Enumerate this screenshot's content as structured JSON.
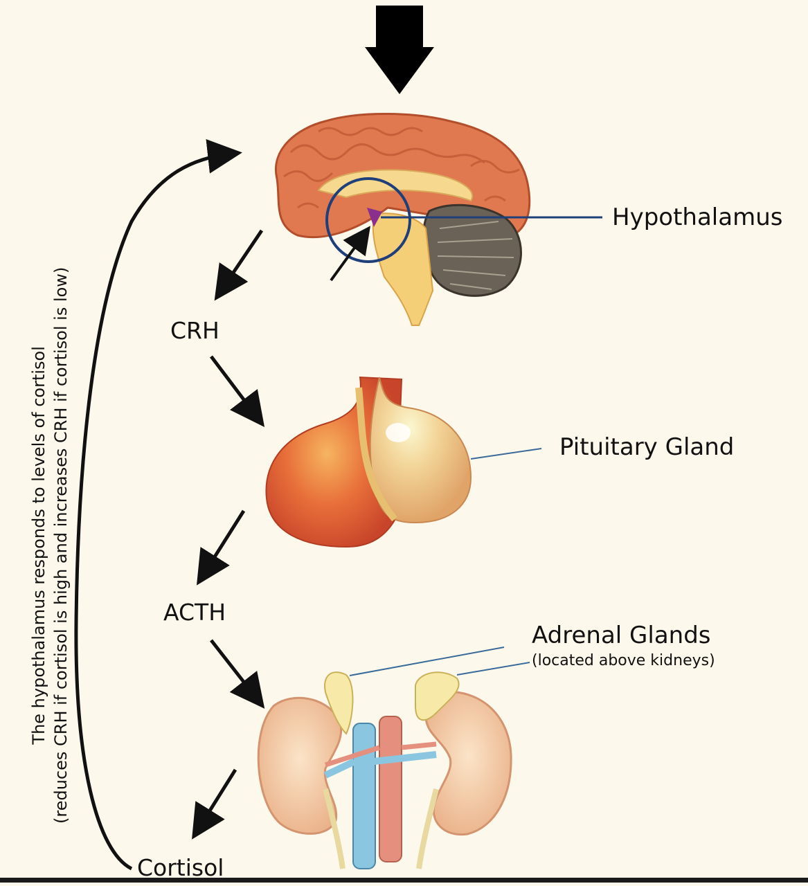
{
  "labels": {
    "hypothalamus": "Hypothalamus",
    "pituitary": "Pituitary Gland",
    "adrenal_title": "Adrenal Glands",
    "adrenal_note": "(located above kidneys)",
    "crh": "CRH",
    "acth": "ACTH",
    "cortisol": "Cortisol"
  },
  "feedback": {
    "line1": "The hypothalamus responds to levels of cortisol",
    "line2": "(reduces CRH if cortisol is high and increases CRH if cortisol is low)"
  },
  "colors": {
    "background": "#fdf8ec",
    "brain": "#e07850",
    "cerebellum": "#6a6256",
    "pituitary": "#d9572f",
    "kidney": "#f3c39a",
    "vein": "#8ac6e0",
    "artery": "#e58f7e",
    "arrow": "#111111",
    "pointer_line": "#1f3f7a"
  }
}
